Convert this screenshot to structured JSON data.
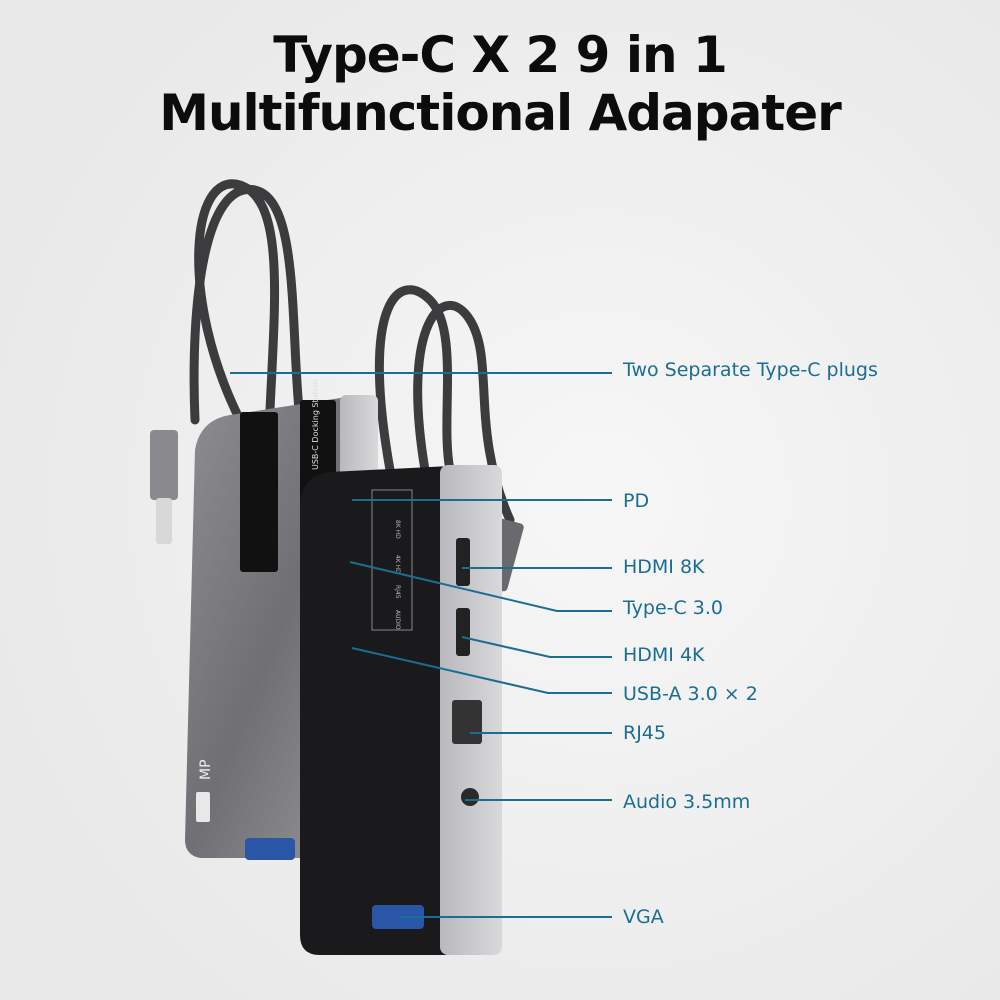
{
  "title": {
    "line1": "Type-C X 2 9 in 1",
    "line2": "Multifunctional Adapater"
  },
  "callouts": [
    {
      "label": "Two Separate Type-C plugs"
    },
    {
      "label": "PD"
    },
    {
      "label": "HDMI 8K"
    },
    {
      "label": "Type-C 3.0"
    },
    {
      "label": "HDMI 4K"
    },
    {
      "label": "USB-A 3.0 × 2"
    },
    {
      "label": "RJ45"
    },
    {
      "label": "Audio 3.5mm"
    },
    {
      "label": "VGA"
    }
  ],
  "device": {
    "brand_mark": "MP",
    "port_labels": [
      "8K HD",
      "4K HD",
      "RJ45",
      "AUDIO"
    ],
    "side_label": "USB-C Docking Station"
  },
  "colors": {
    "accent": "#1a6e93",
    "title": "#0c0c0c"
  }
}
